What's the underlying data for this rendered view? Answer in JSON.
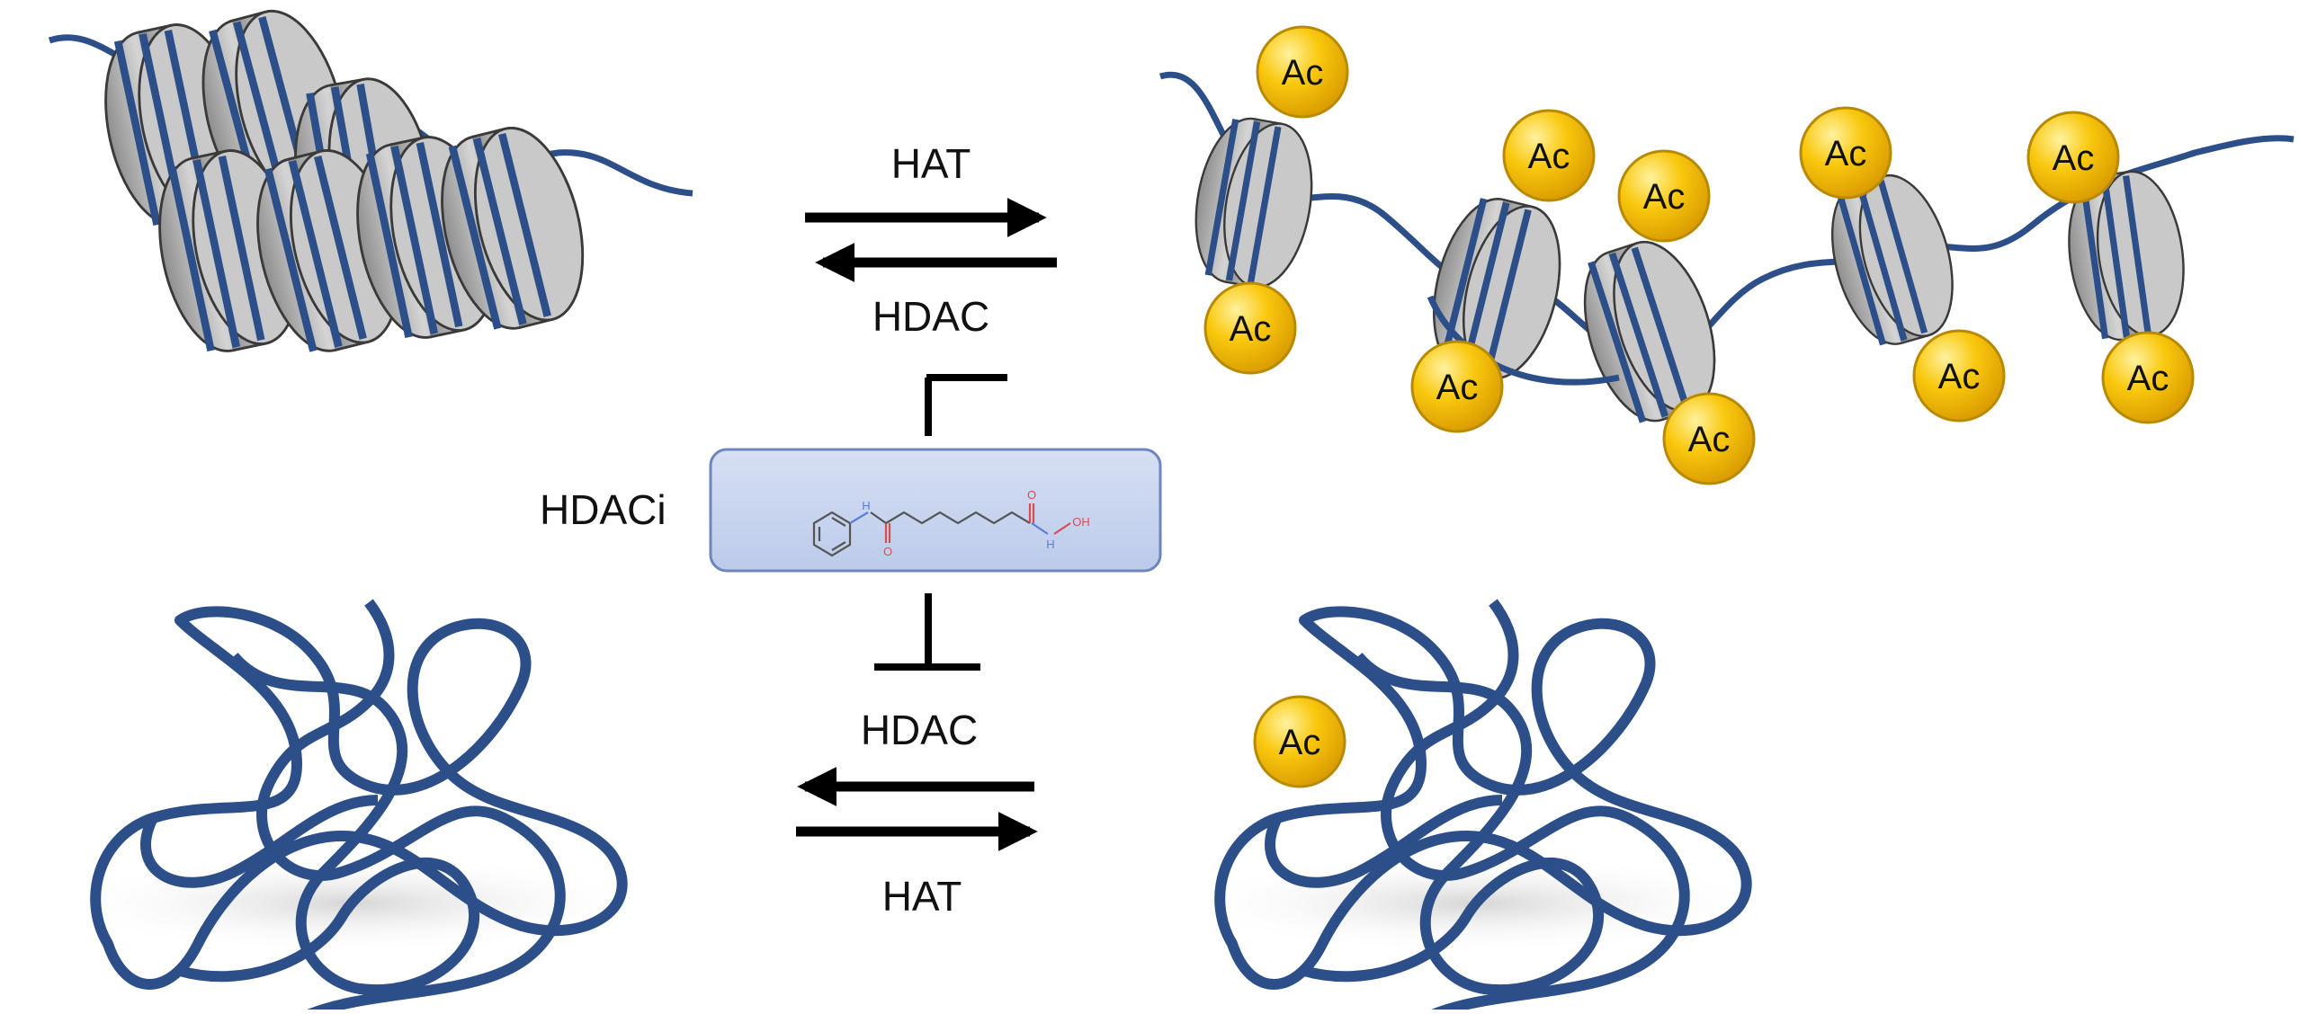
{
  "labels": {
    "hat": "HAT",
    "hdac": "HDAC",
    "hdaci": "HDACi",
    "ac": "Ac"
  },
  "colors": {
    "dna": "#2c4f8a",
    "nucleosome_fill": "#b9b9b9",
    "nucleosome_stroke": "#3a3a3a",
    "acetyl_fill": "#f7c20c",
    "acetyl_stroke": "#b98a00",
    "inhibitor_box_fill": "#c8d4ee",
    "inhibitor_box_stroke": "#6f86bd",
    "arrow": "#000000"
  },
  "icons": [
    "condensed-chromatin",
    "open-chromatin",
    "disordered-protein",
    "acetylated-protein",
    "hdac-inhibitor-molecule",
    "inhibition-bar"
  ]
}
